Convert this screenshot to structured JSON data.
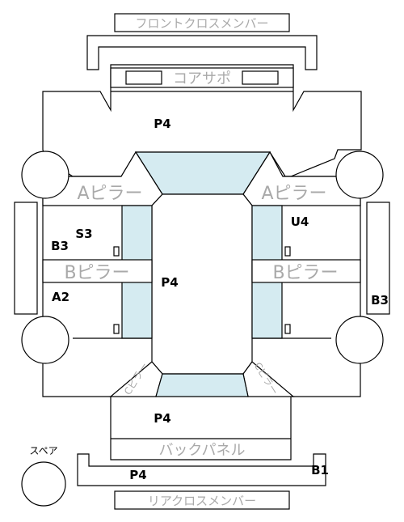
{
  "labels": {
    "front_cross_member": "フロントクロスメンバー",
    "core_support": "コアサポ",
    "a_pillar_left": "Aピラー",
    "a_pillar_right": "Aピラー",
    "b_pillar_left": "Bピラー",
    "b_pillar_right": "Bピラー",
    "c_pillar_left": "Cピラー",
    "c_pillar_right": "Cピラー",
    "back_panel": "バックパネル",
    "rear_cross_member": "リアクロスメンバー",
    "spare": "スペア"
  },
  "codes": {
    "hood": "P4",
    "roof": "P4",
    "trunk": "P4",
    "rear_floor": "P4",
    "front_left_door": "S3",
    "left_side_sill": "B3",
    "rear_left_door": "A2",
    "front_right_door": "U4",
    "right_side_sill": "B3",
    "rear_member": "B1"
  },
  "colors": {
    "glass": "#d5ebf1",
    "label_gray": "#a9a9a9",
    "line": "#000000"
  }
}
